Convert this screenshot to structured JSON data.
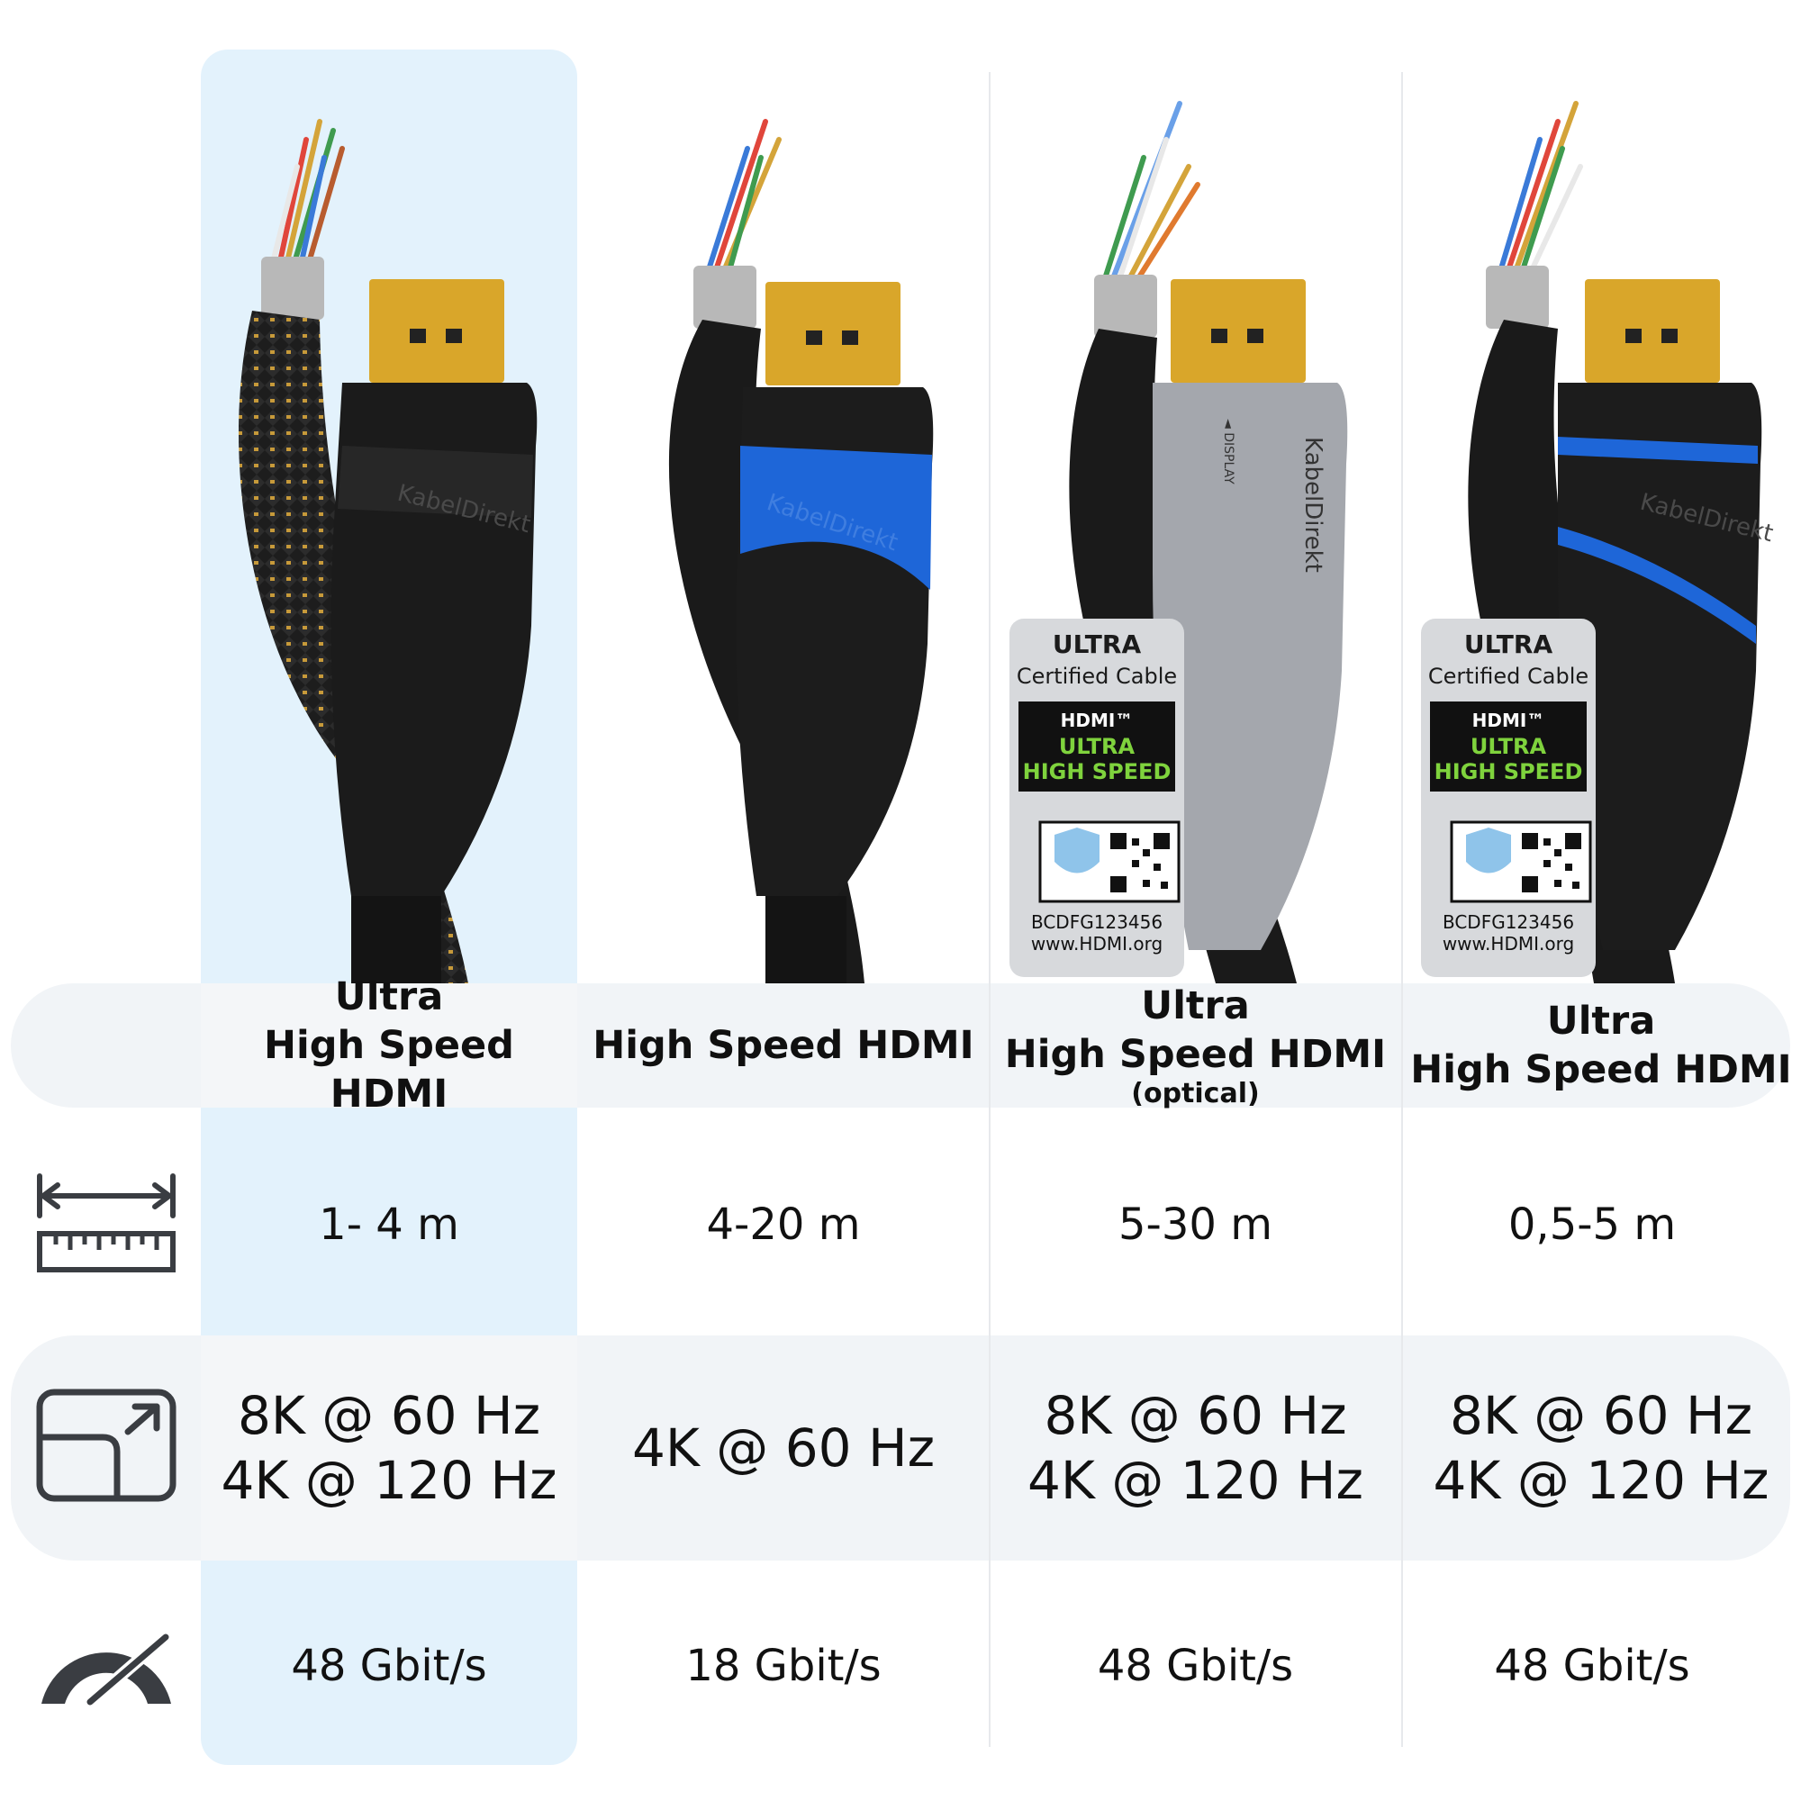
{
  "columns": [
    {
      "title_line1": "Ultra",
      "title_line2": "High Speed HDMI",
      "title_sub": "",
      "length": "1- 4 m",
      "resolution_line1": "8K @ 60 Hz",
      "resolution_line2": "4K @ 120 Hz",
      "bandwidth": "48 Gbit/s",
      "highlighted": true,
      "accent": "#1f1f1f",
      "sleeve": "braided"
    },
    {
      "title_line1": "",
      "title_line2": "High Speed HDMI",
      "title_sub": "",
      "length": "4-20 m",
      "resolution_line1": "4K @ 60 Hz",
      "resolution_line2": "",
      "bandwidth": "18 Gbit/s",
      "highlighted": false,
      "accent": "#1e66d8",
      "sleeve": "black"
    },
    {
      "title_line1": "Ultra",
      "title_line2": "High Speed HDMI",
      "title_sub": "(optical)",
      "length": "5-30 m",
      "resolution_line1": "8K @ 60 Hz",
      "resolution_line2": "4K @ 120 Hz",
      "bandwidth": "48 Gbit/s",
      "highlighted": false,
      "accent": "#9b9ea4",
      "sleeve": "black"
    },
    {
      "title_line1": "Ultra",
      "title_line2": "High Speed HDMI",
      "title_sub": "",
      "length": "0,5-5 m",
      "resolution_line1": "8K @ 60 Hz",
      "resolution_line2": "4K @ 120 Hz",
      "bandwidth": "48 Gbit/s",
      "highlighted": false,
      "accent": "#1e66d8",
      "sleeve": "black"
    }
  ],
  "brand_text": "KabelDirekt",
  "connector_label": "◄ DISPLAY",
  "cert_label": {
    "line1": "ULTRA",
    "line2": "Certified Cable",
    "hdmi": "HDMI™",
    "ultra": "ULTRA",
    "speed": "HIGH SPEED",
    "code": "BCDFG123456",
    "url": "www.HDMI.org"
  },
  "row_icons": [
    "ruler-length-icon",
    "resolution-expand-icon",
    "speedometer-icon"
  ],
  "colors": {
    "highlight": "#e3f2fc",
    "band": "#f1f4f7",
    "gold": "#d9a62a",
    "blue_accent": "#1e66d8",
    "cert_green": "#7fd33d"
  }
}
